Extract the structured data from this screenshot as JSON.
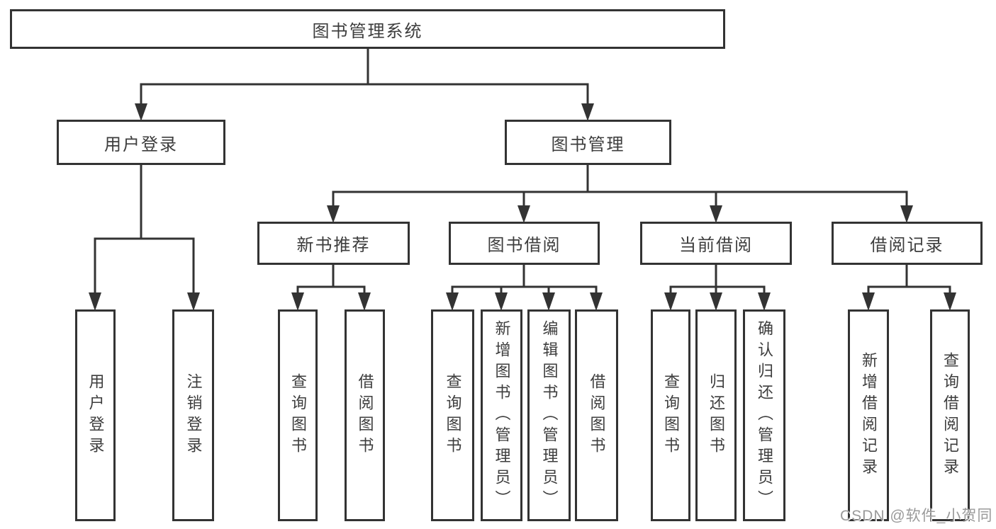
{
  "colors": {
    "line": "#333333",
    "box_border": "#333333",
    "text": "#3d3d3d",
    "watermark": "#9a9a9a",
    "background": "#ffffff"
  },
  "tree": {
    "root": "图书管理系统",
    "branches": [
      {
        "label": "用户登录",
        "children": [
          "用户登录",
          "注销登录"
        ]
      },
      {
        "label": "图书管理",
        "groups": [
          {
            "label": "新书推荐",
            "children": [
              "查询图书",
              "借阅图书"
            ]
          },
          {
            "label": "图书借阅",
            "children": [
              "查询图书",
              "新增图书（管理员）",
              "编辑图书（管理员）",
              "借阅图书"
            ]
          },
          {
            "label": "当前借阅",
            "children": [
              "查询图书",
              "归还图书",
              "确认归还（管理员）"
            ]
          },
          {
            "label": "借阅记录",
            "children": [
              "新增借阅记录",
              "查询借阅记录"
            ]
          }
        ]
      }
    ]
  },
  "watermark": {
    "text": "CSDN @软件_小贺同学"
  }
}
